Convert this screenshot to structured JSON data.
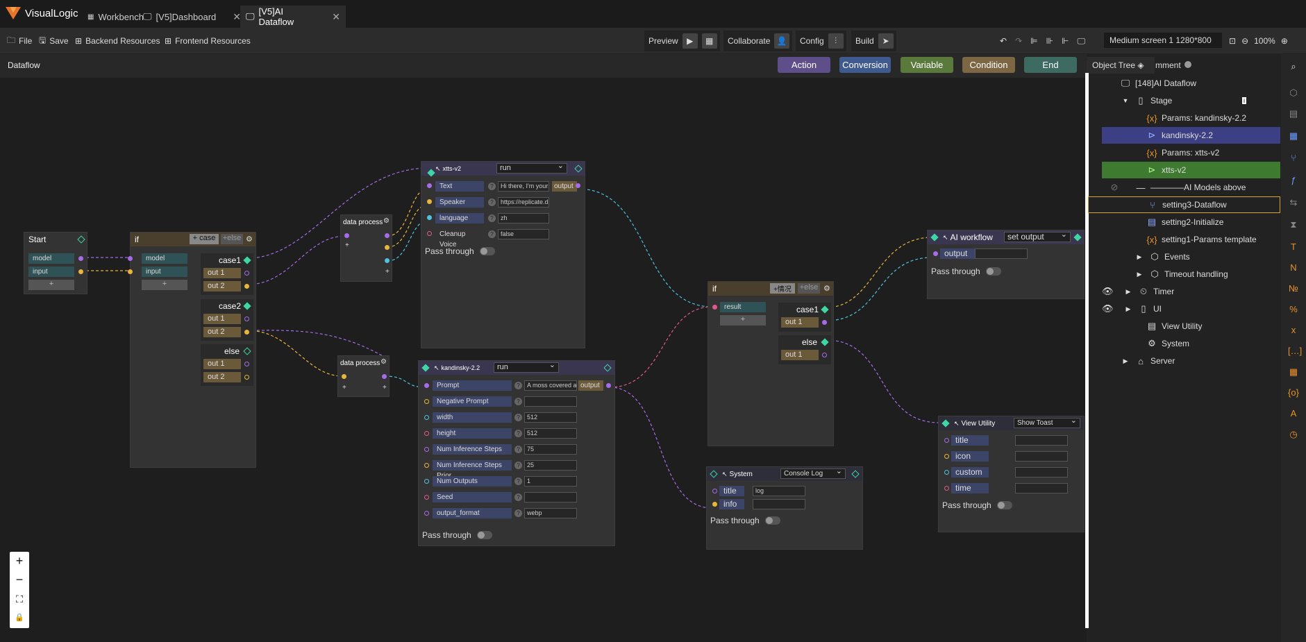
{
  "app": {
    "name": "VisualLogic"
  },
  "tabs": [
    {
      "label": "Workbench"
    },
    {
      "label": "[V5]Dashboard"
    },
    {
      "label": "[V5]AI Dataflow"
    }
  ],
  "toolbar": {
    "file": "File",
    "save": "Save",
    "backend": "Backend Resources",
    "frontend": "Frontend Resources",
    "preview": "Preview",
    "collaborate": "Collaborate",
    "config": "Config",
    "build": "Build",
    "screen": "Medium screen 1 1280*800",
    "zoom": "100%"
  },
  "header": {
    "title": "Dataflow",
    "buttons": [
      "Action",
      "Conversion",
      "Variable",
      "Condition",
      "End"
    ]
  },
  "colors": {
    "action": "#5e4e8a",
    "conversion": "#3f5a8e",
    "variable": "#5a7a3c",
    "condition": "#7d6644",
    "end": "#3d6b62"
  },
  "nodes": {
    "start": {
      "title": "Start",
      "ports": [
        "model",
        "input"
      ],
      "add": "+"
    },
    "if1": {
      "title": "if",
      "add_case": "+ case",
      "add_else": "+else",
      "inputs": [
        "model",
        "input"
      ],
      "add": "+",
      "case1": "case1",
      "case2": "case2",
      "else": "else",
      "out1": "out 1",
      "out2": "out 2"
    },
    "dp1": {
      "title": "data process",
      "plus1": "+",
      "plus2": "+",
      "plus3": "+"
    },
    "dp2": {
      "title": "data process",
      "plus1": "+",
      "plus2": "+"
    },
    "xtts": {
      "model": "xtts-v2",
      "mode": "run",
      "output": "output",
      "pass": "Pass through",
      "rows": [
        {
          "label": "Text",
          "value": "Hi there, I'm your"
        },
        {
          "label": "Speaker",
          "value": "https://replicate.d"
        },
        {
          "label": "language",
          "value": "zh"
        },
        {
          "label": "Cleanup Voice",
          "value": "false"
        }
      ]
    },
    "kandinsky": {
      "model": "kandinsky-2.2",
      "mode": "run",
      "output": "output",
      "pass": "Pass through",
      "rows": [
        {
          "label": "Prompt",
          "value": "A moss covered a"
        },
        {
          "label": "Negative Prompt",
          "value": ""
        },
        {
          "label": "width",
          "value": "512"
        },
        {
          "label": "height",
          "value": "512"
        },
        {
          "label": "Num Inference Steps",
          "value": "75"
        },
        {
          "label": "Num Inference Steps Prior",
          "value": "25"
        },
        {
          "label": "Num Outputs",
          "value": "1"
        },
        {
          "label": "Seed",
          "value": ""
        },
        {
          "label": "output_format",
          "value": "webp"
        }
      ]
    },
    "if2": {
      "title": "if",
      "add_case": "+情况",
      "add_else": "+else",
      "input": "result",
      "add": "+",
      "case1": "case1",
      "else": "else",
      "out1": "out 1"
    },
    "aiwf": {
      "title": "AI workflow",
      "mode": "set output",
      "port": "output",
      "pass": "Pass through"
    },
    "system": {
      "title": "System",
      "mode": "Console Log",
      "pass": "Pass through",
      "rows": [
        {
          "label": "title",
          "value": "log"
        },
        {
          "label": "info",
          "value": ""
        }
      ]
    },
    "viewutil": {
      "title": "View Utility",
      "mode": "Show Toast",
      "pass": "Pass through",
      "rows": [
        "title",
        "icon",
        "custom",
        "time"
      ]
    }
  },
  "panel": {
    "tab": "Object Tree",
    "comment": "mment",
    "items": [
      {
        "label": "[148]AI Dataflow"
      },
      {
        "label": "Stage"
      },
      {
        "label": "Params: kandinsky-2.2"
      },
      {
        "label": "kandinsky-2.2"
      },
      {
        "label": "Params: xtts-v2"
      },
      {
        "label": "xtts-v2"
      },
      {
        "label": "————AI Models above"
      },
      {
        "label": "setting3-Dataflow"
      },
      {
        "label": "setting2-Initialize"
      },
      {
        "label": "setting1-Params template"
      },
      {
        "label": "Events"
      },
      {
        "label": "Timeout handling"
      },
      {
        "label": "Timer"
      },
      {
        "label": "UI"
      },
      {
        "label": "View Utility"
      },
      {
        "label": "System"
      },
      {
        "label": "Server"
      }
    ]
  },
  "zoom_controls": {
    "in": "+",
    "out": "−",
    "fit": "⛶",
    "lock": "🔒"
  }
}
